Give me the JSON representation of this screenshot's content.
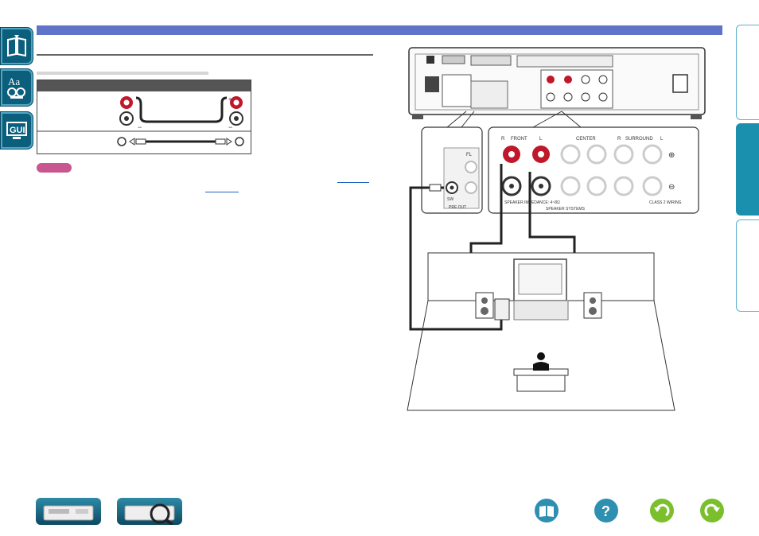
{
  "side_tabs": [
    {
      "icon": "book-icon"
    },
    {
      "icon": "glossary-icon"
    },
    {
      "icon": "gui-icon"
    }
  ],
  "right_tabs": [
    {
      "state": "inactive"
    },
    {
      "state": "active"
    },
    {
      "state": "inactive"
    }
  ],
  "diagram_labels": {
    "front": "FRONT",
    "r_front": "R",
    "l_front": "L",
    "center": "CENTER",
    "surround": "SURROUND",
    "r_surround": "R",
    "l_surround": "L",
    "pre_out": "PRE OUT",
    "fl": "FL",
    "sw": "SW",
    "speaker_systems": "SPEAKER SYSTEMS",
    "class2": "CLASS 2 WIRING",
    "impedance": "SPEAKER IMPEDANCE: 4~8Ω",
    "plus": "⊕",
    "minus": "⊖"
  },
  "bottom_nav": [
    {
      "name": "front-panel-button"
    },
    {
      "name": "rear-panel-button"
    }
  ],
  "round_buttons": [
    {
      "name": "contents-button",
      "icon": "book-icon"
    },
    {
      "name": "help-button",
      "icon": "question-icon",
      "glyph": "?"
    },
    {
      "name": "back-button",
      "icon": "undo-icon"
    },
    {
      "name": "forward-button",
      "icon": "redo-icon"
    }
  ],
  "colors": {
    "topbar": "#5f73c8",
    "tab_dark": "#0b5f7d",
    "tab_active": "#1a8fae",
    "red_terminal": "#c0182b",
    "note": "#c8568f",
    "link": "#1b63c4"
  }
}
